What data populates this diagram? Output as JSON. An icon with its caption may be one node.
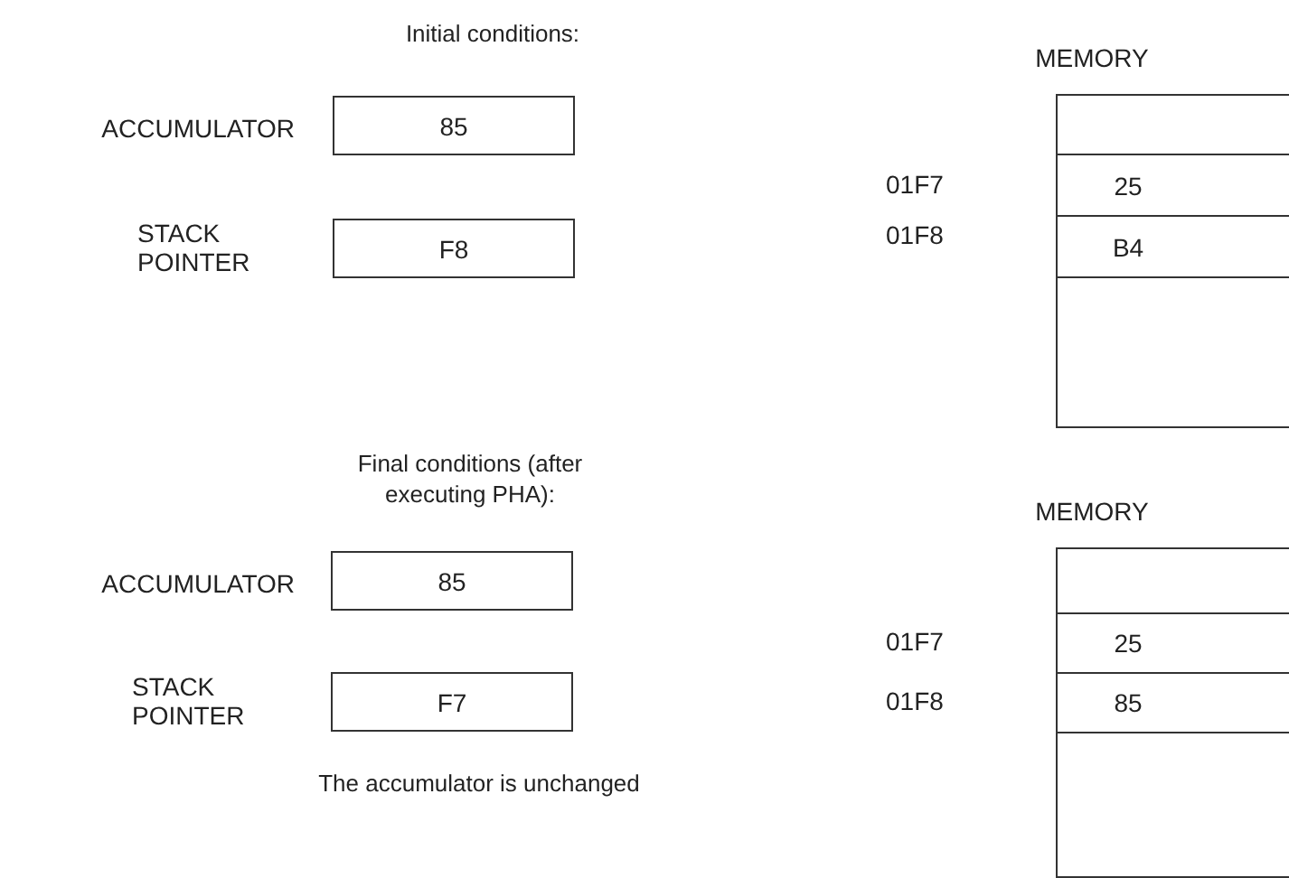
{
  "diagram": {
    "nodes": [
      {
        "text": [
          "85"
        ],
        "beside": [
          "ACCUMULATOR"
        ]
      },
      {
        "text": [
          "F8"
        ],
        "beside": [
          "STACK POINTER"
        ]
      },
      {
        "text": [
          "MEMORY"
        ]
      },
      {
        "text": [],
        "shape": "box",
        "in": 2
      },
      {
        "text": [
          "25"
        ],
        "in": 2
      },
      {
        "text": [
          "B4"
        ],
        "in": 2
      },
      {
        "text": [
          "85"
        ],
        "beside": [
          "ACCUMULATOR"
        ]
      },
      {
        "text": [
          "F7"
        ],
        "beside": [
          "STACK POINTER"
        ]
      },
      {
        "text": [
          "MEMORY"
        ]
      },
      {
        "text": [],
        "shape": "box",
        "in": 8
      },
      {
        "text": [
          "25"
        ],
        "in": 8
      },
      {
        "text": [
          "85"
        ],
        "in": 8
      }
    ],
    "labels": [
      "Initial conditions:",
      "01F7",
      "01F8",
      "Final conditions (after executing PHA):",
      "01F7",
      "01F8",
      "The accumulator is unchanged"
    ]
  }
}
